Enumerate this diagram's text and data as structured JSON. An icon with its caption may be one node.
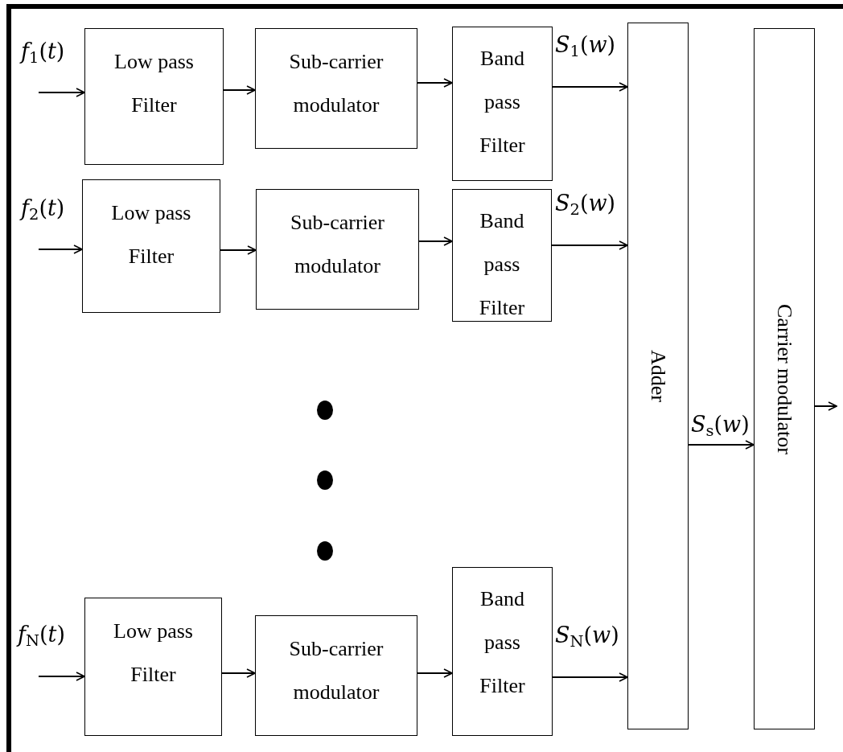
{
  "diagram": {
    "nodes": [
      {
        "text": [
          "Low pass Filter"
        ]
      },
      {
        "text": [
          "Sub-carrier modulator"
        ]
      },
      {
        "text": [
          "Band pass Filter"
        ]
      },
      {
        "text": [
          "Low pass Filter"
        ]
      },
      {
        "text": [
          "Sub-carrier modulator"
        ]
      },
      {
        "text": [
          "Band pass Filter"
        ]
      },
      {
        "text": [
          "Low pass Filter"
        ]
      },
      {
        "text": [
          "Sub-carrier modulator"
        ]
      },
      {
        "text": [
          "Band pass Filter"
        ]
      },
      {
        "text": [
          "Adder"
        ]
      },
      {
        "text": [
          "Carrier modulator"
        ]
      }
    ],
    "edges": [
      {
        "from": null,
        "to": 0,
        "arrow": "to",
        "label": "*f*$_{1}$(*t*)"
      },
      {
        "from": 0,
        "to": 1,
        "arrow": "to"
      },
      {
        "from": 1,
        "to": 2,
        "arrow": "to"
      },
      {
        "from": 2,
        "to": 9,
        "arrow": "to",
        "label": "*S*$_{1}$(*w*)"
      },
      {
        "from": null,
        "to": 3,
        "arrow": "to",
        "label": "*f*$_{2}$(*t*)"
      },
      {
        "from": 3,
        "to": 4,
        "arrow": "to"
      },
      {
        "from": 4,
        "to": 5,
        "arrow": "to"
      },
      {
        "from": 5,
        "to": 9,
        "arrow": "to",
        "label": "*S*$_{2}$(*w*)"
      },
      {
        "from": null,
        "to": 6,
        "arrow": "to",
        "label": "*f*$_{N}$(*t*)"
      },
      {
        "from": 6,
        "to": 7,
        "arrow": "to"
      },
      {
        "from": 7,
        "to": 8,
        "arrow": "to"
      },
      {
        "from": 8,
        "to": 9,
        "arrow": "to",
        "label": "*S*$_{N}$(*w*)"
      },
      {
        "from": 9,
        "to": 10,
        "arrow": "to",
        "label": "*S*$_{s}$(*w*)"
      },
      {
        "from": 10,
        "to": null,
        "arrow": "to"
      }
    ]
  }
}
